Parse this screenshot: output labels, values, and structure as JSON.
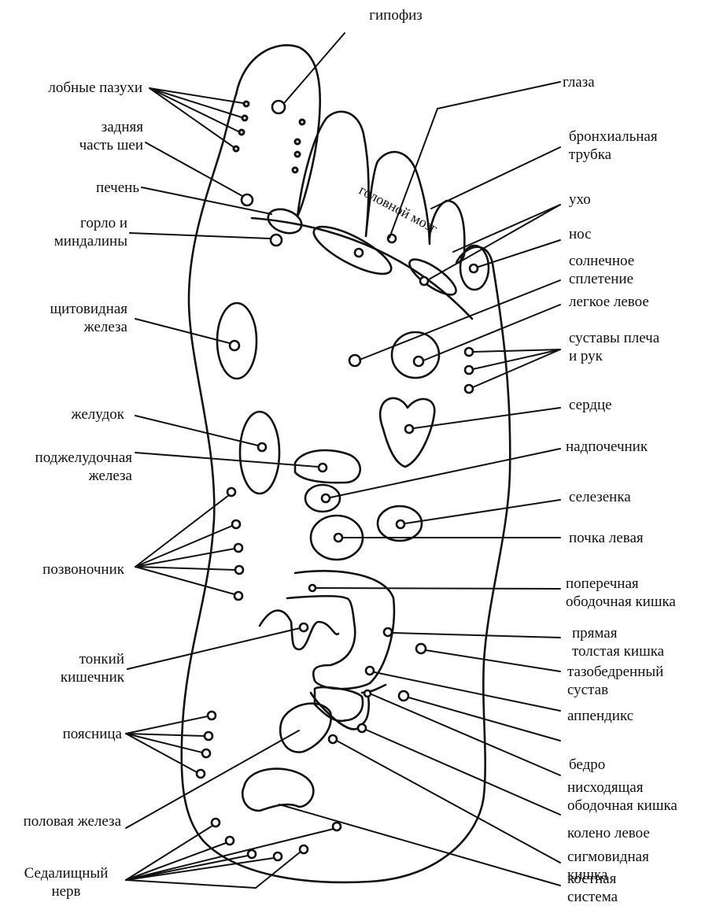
{
  "title_top": "гипофиз",
  "brain_label": "головной мозг",
  "left_labels": {
    "frontal_sinuses": "лобные пазухи",
    "back_of_neck": "задняя\nчасть шеи",
    "liver": "печень",
    "throat_tonsils": "горло и\nминдалины",
    "thyroid": "щитовидная\nжелеза",
    "stomach": "желудок",
    "pancreas": "поджелудочная\nжелеза",
    "spine": "позвоночник",
    "small_intestine": "тонкий\nкишечник",
    "lower_back": "поясница",
    "gonad": "половая железа",
    "sciatic_nerve": "Седалищный\nнерв"
  },
  "right_labels": {
    "eyes": "глаза",
    "bronchial_tube": "бронхиальная\nтрубка",
    "ear": "ухо",
    "nose": "нос",
    "solar_plexus": "солнечное\nсплетение",
    "left_lung": "легкое левое",
    "shoulder_arm_joints": "суставы плеча\nи рук",
    "heart": "сердце",
    "adrenal": "надпочечник",
    "spleen": "селезенка",
    "left_kidney": "почка левая",
    "transverse_colon": "поперечная\nободочная кишка",
    "rectum": "прямая\nтолстая кишка",
    "hip_joint": "тазобедренный\nсустав",
    "appendix": "аппендикс",
    "thigh": "бедро",
    "descending_colon": "нисходящая\nободочная кишка",
    "left_knee": "колено левое",
    "sigmoid_colon": "сигмовидная\nкишка",
    "skeletal_system": "костная\nсистема"
  }
}
